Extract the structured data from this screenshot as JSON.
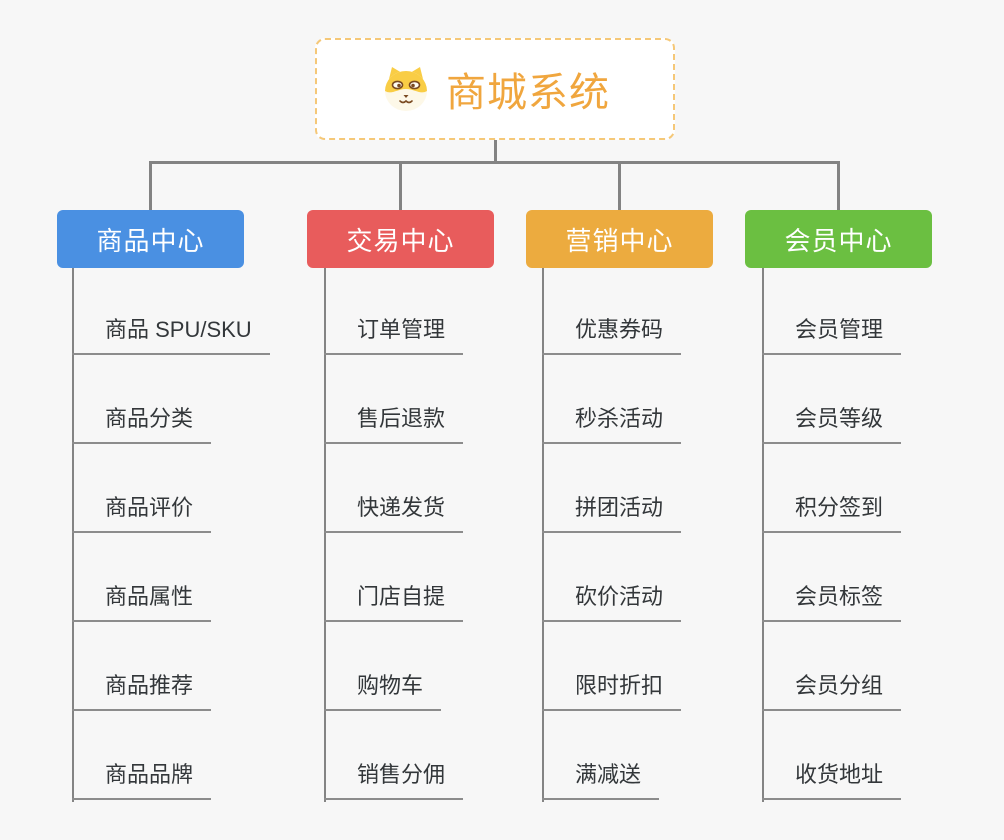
{
  "page": {
    "background": "#f7f7f7"
  },
  "root": {
    "title": "商城系统",
    "icon": "dog-face-icon",
    "text_color": "#f0a63e",
    "border_color": "#f5c878",
    "fill": "#ffffff"
  },
  "branches": [
    {
      "label": "商品中心",
      "color": "#4a90e2",
      "items": [
        "商品 SPU/SKU",
        "商品分类",
        "商品评价",
        "商品属性",
        "商品推荐",
        "商品品牌"
      ]
    },
    {
      "label": "交易中心",
      "color": "#e85c5c",
      "items": [
        "订单管理",
        "售后退款",
        "快递发货",
        "门店自提",
        "购物车",
        "销售分佣"
      ]
    },
    {
      "label": "营销中心",
      "color": "#ecab3f",
      "items": [
        "优惠券码",
        "秒杀活动",
        "拼团活动",
        "砍价活动",
        "限时折扣",
        "满减送"
      ]
    },
    {
      "label": "会员中心",
      "color": "#6bbf41",
      "items": [
        "会员管理",
        "会员等级",
        "积分签到",
        "会员标签",
        "会员分组",
        "收货地址"
      ]
    }
  ],
  "colors": {
    "connector": "#838383",
    "item_text": "#33373a",
    "item_underline": "#8c8c8c"
  }
}
